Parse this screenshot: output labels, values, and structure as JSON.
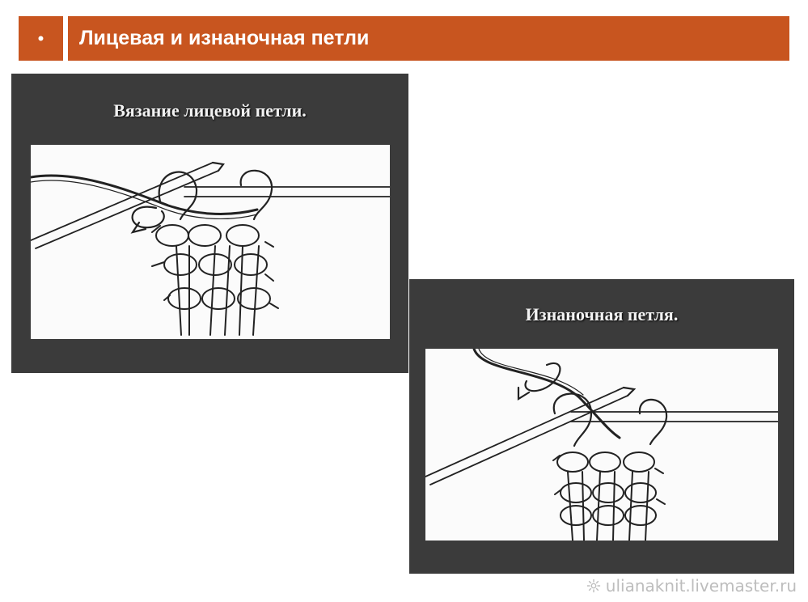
{
  "slide": {
    "bullet": "•",
    "title": "Лицевая и изнаночная петли"
  },
  "panels": [
    {
      "caption": "Вязание лицевой петли.",
      "icon": "knit-stitch-illustration"
    },
    {
      "caption": "Изнаночная петля.",
      "icon": "purl-stitch-illustration"
    }
  ],
  "watermark": {
    "text": "ulianaknit.livemaster.ru",
    "icon": "gear-flower-icon"
  },
  "colors": {
    "accent": "#c8551f",
    "panel": "#3b3b3b"
  }
}
